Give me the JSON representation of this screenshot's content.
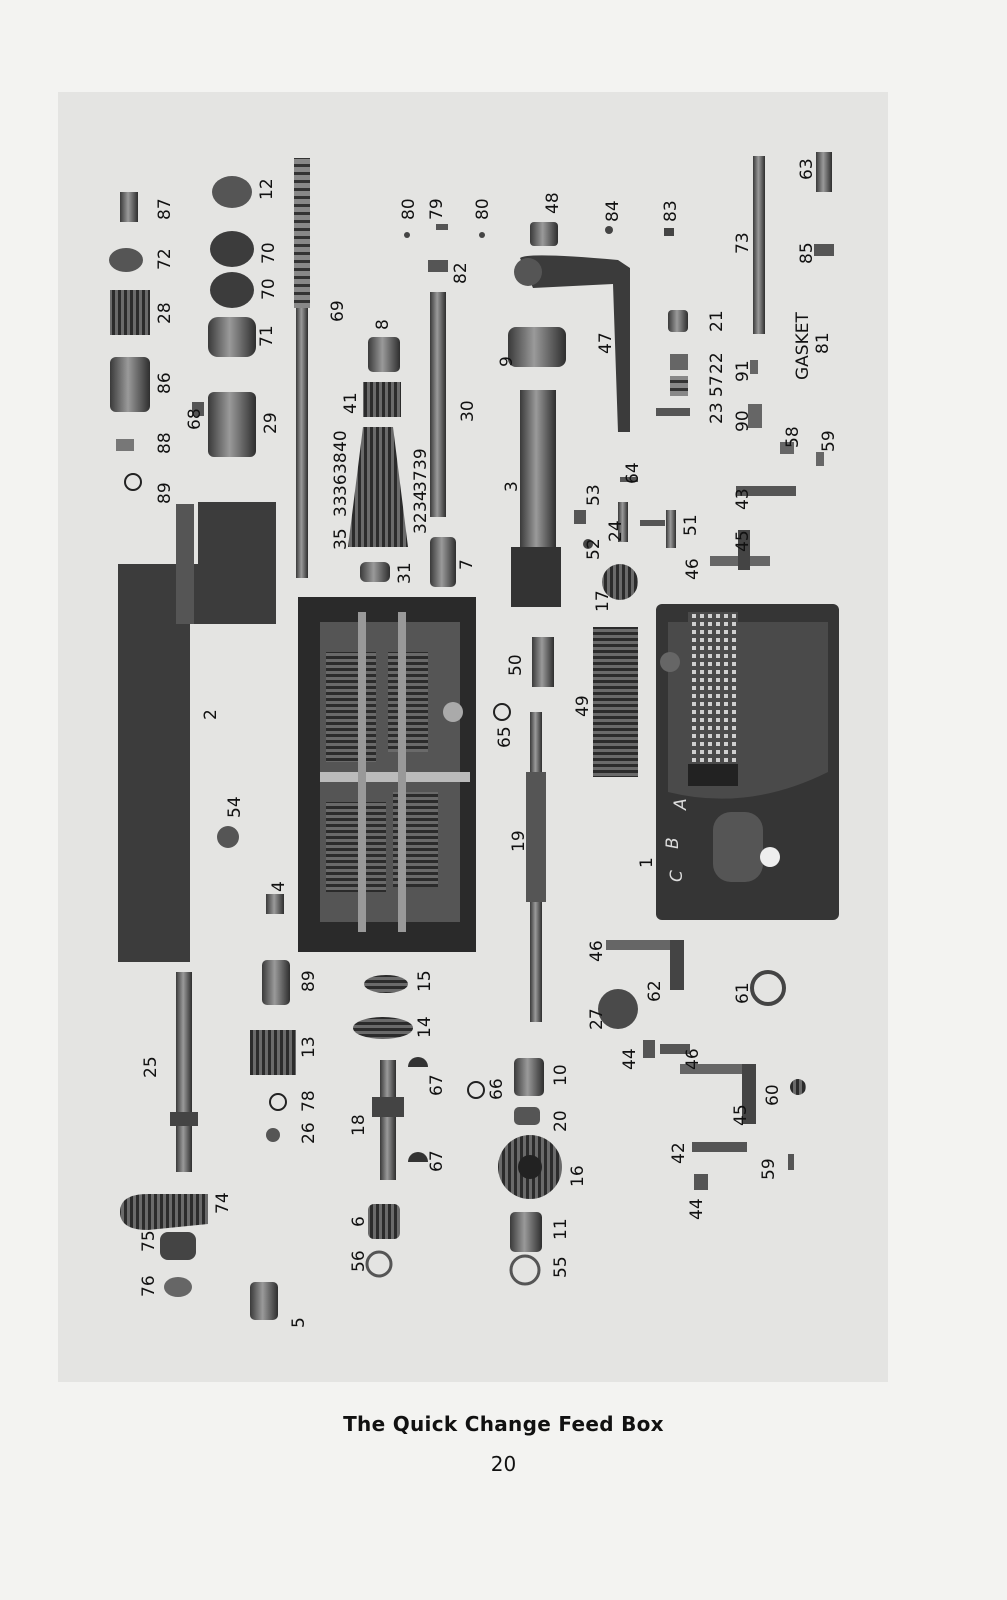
{
  "caption": "The Quick Change Feed Box",
  "page_number": "20",
  "part_labels": [
    "87",
    "72",
    "28",
    "86",
    "88",
    "89",
    "12",
    "70",
    "70",
    "71",
    "29",
    "68",
    "69",
    "80",
    "79",
    "80",
    "82",
    "8",
    "41",
    "35",
    "33",
    "36",
    "38",
    "40",
    "32",
    "34",
    "37",
    "39",
    "30",
    "31",
    "7",
    "48",
    "84",
    "83",
    "9",
    "47",
    "3",
    "53",
    "52",
    "24",
    "64",
    "73",
    "63",
    "85",
    "GASKET",
    "81",
    "21",
    "22",
    "57",
    "23",
    "91",
    "90",
    "58",
    "59",
    "43",
    "51",
    "45",
    "46",
    "17",
    "2",
    "54",
    "4",
    "50",
    "65",
    "49",
    "19",
    "1",
    "89",
    "15",
    "14",
    "13",
    "25",
    "78",
    "26",
    "67",
    "18",
    "67",
    "66",
    "10",
    "20",
    "16",
    "6",
    "56",
    "11",
    "55",
    "74",
    "75",
    "76",
    "5",
    "46",
    "62",
    "27",
    "61",
    "44",
    "46",
    "45",
    "60",
    "42",
    "44",
    "59"
  ],
  "panel_letters": [
    "A",
    "B",
    "C"
  ]
}
